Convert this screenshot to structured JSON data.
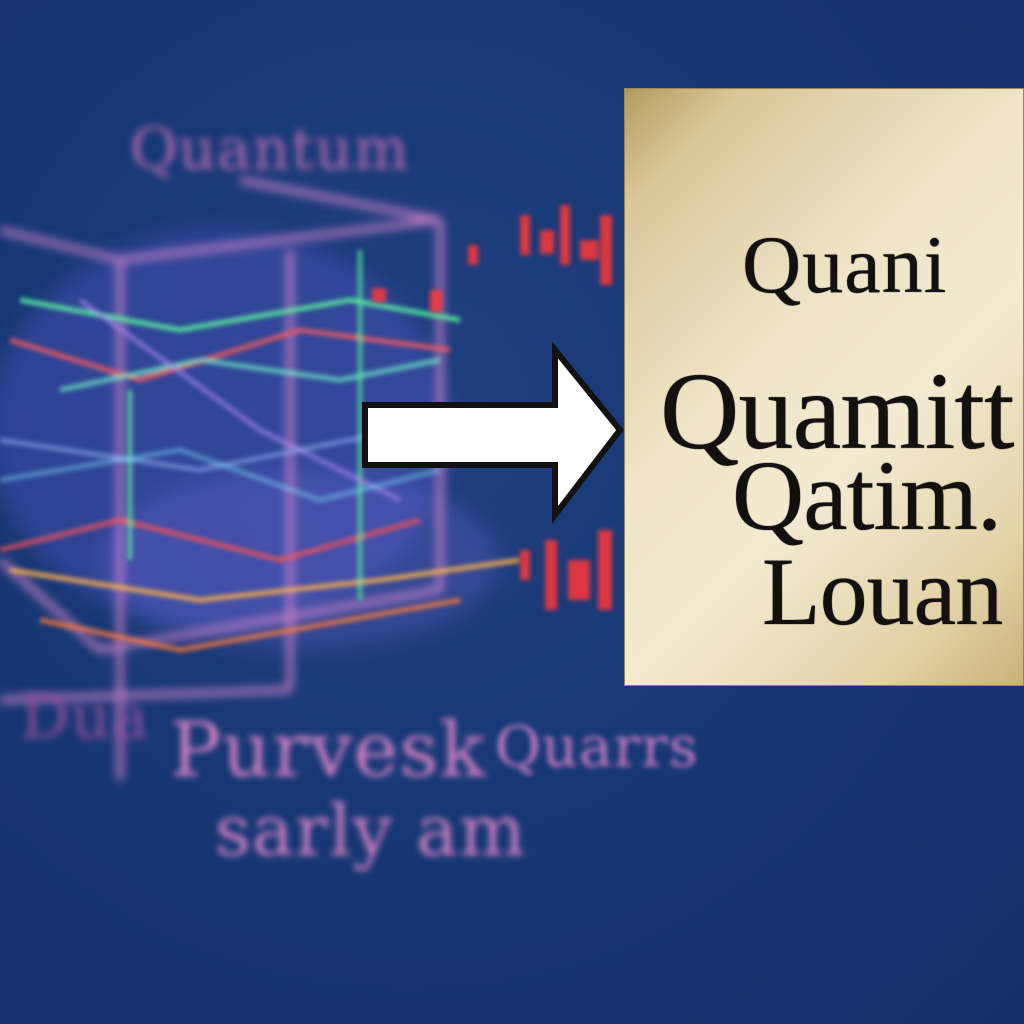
{
  "background": {
    "colors": [
      "#1f3f80",
      "#173875",
      "#13306a"
    ]
  },
  "illustration": {
    "name": "glowing-wireframe-cube",
    "blurred_labels": [
      "Quantum",
      "Dua",
      "Purvesk",
      "Quarrs",
      "sarly am"
    ]
  },
  "arrow": {
    "direction": "right",
    "fill": "#ffffff",
    "outline": "#111111"
  },
  "card": {
    "background": "#efe4c6",
    "lines": [
      "Quani",
      "Quamitt",
      "Qatim.",
      "Louan"
    ]
  }
}
